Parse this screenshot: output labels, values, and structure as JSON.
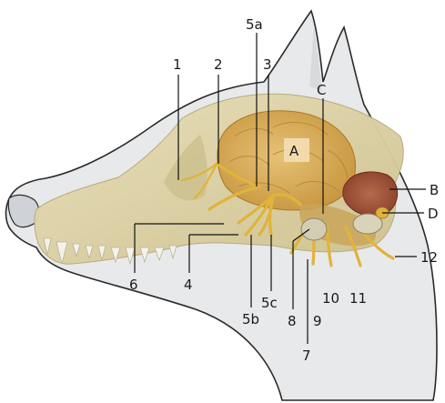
{
  "labels": {
    "n1": "1",
    "n2": "2",
    "n5a": "5a",
    "n3": "3",
    "nC": "C",
    "nA": "A",
    "nB": "B",
    "nD": "D",
    "n6": "6",
    "n4": "4",
    "n5b": "5b",
    "n5c": "5c",
    "n8": "8",
    "n7": "7",
    "n9": "9",
    "n10": "10",
    "n11": "11",
    "n12": "12"
  },
  "colors": {
    "head_fill": "#e6e8ea",
    "head_outline": "#2a2a2a",
    "skull": "#ddd3a8",
    "skull_dark": "#c9bd8a",
    "cerebrum": "#d7ad55",
    "cerebellum": "#a5553c",
    "nerve": "#e0b43a",
    "label_box": "#f4e2b8"
  }
}
